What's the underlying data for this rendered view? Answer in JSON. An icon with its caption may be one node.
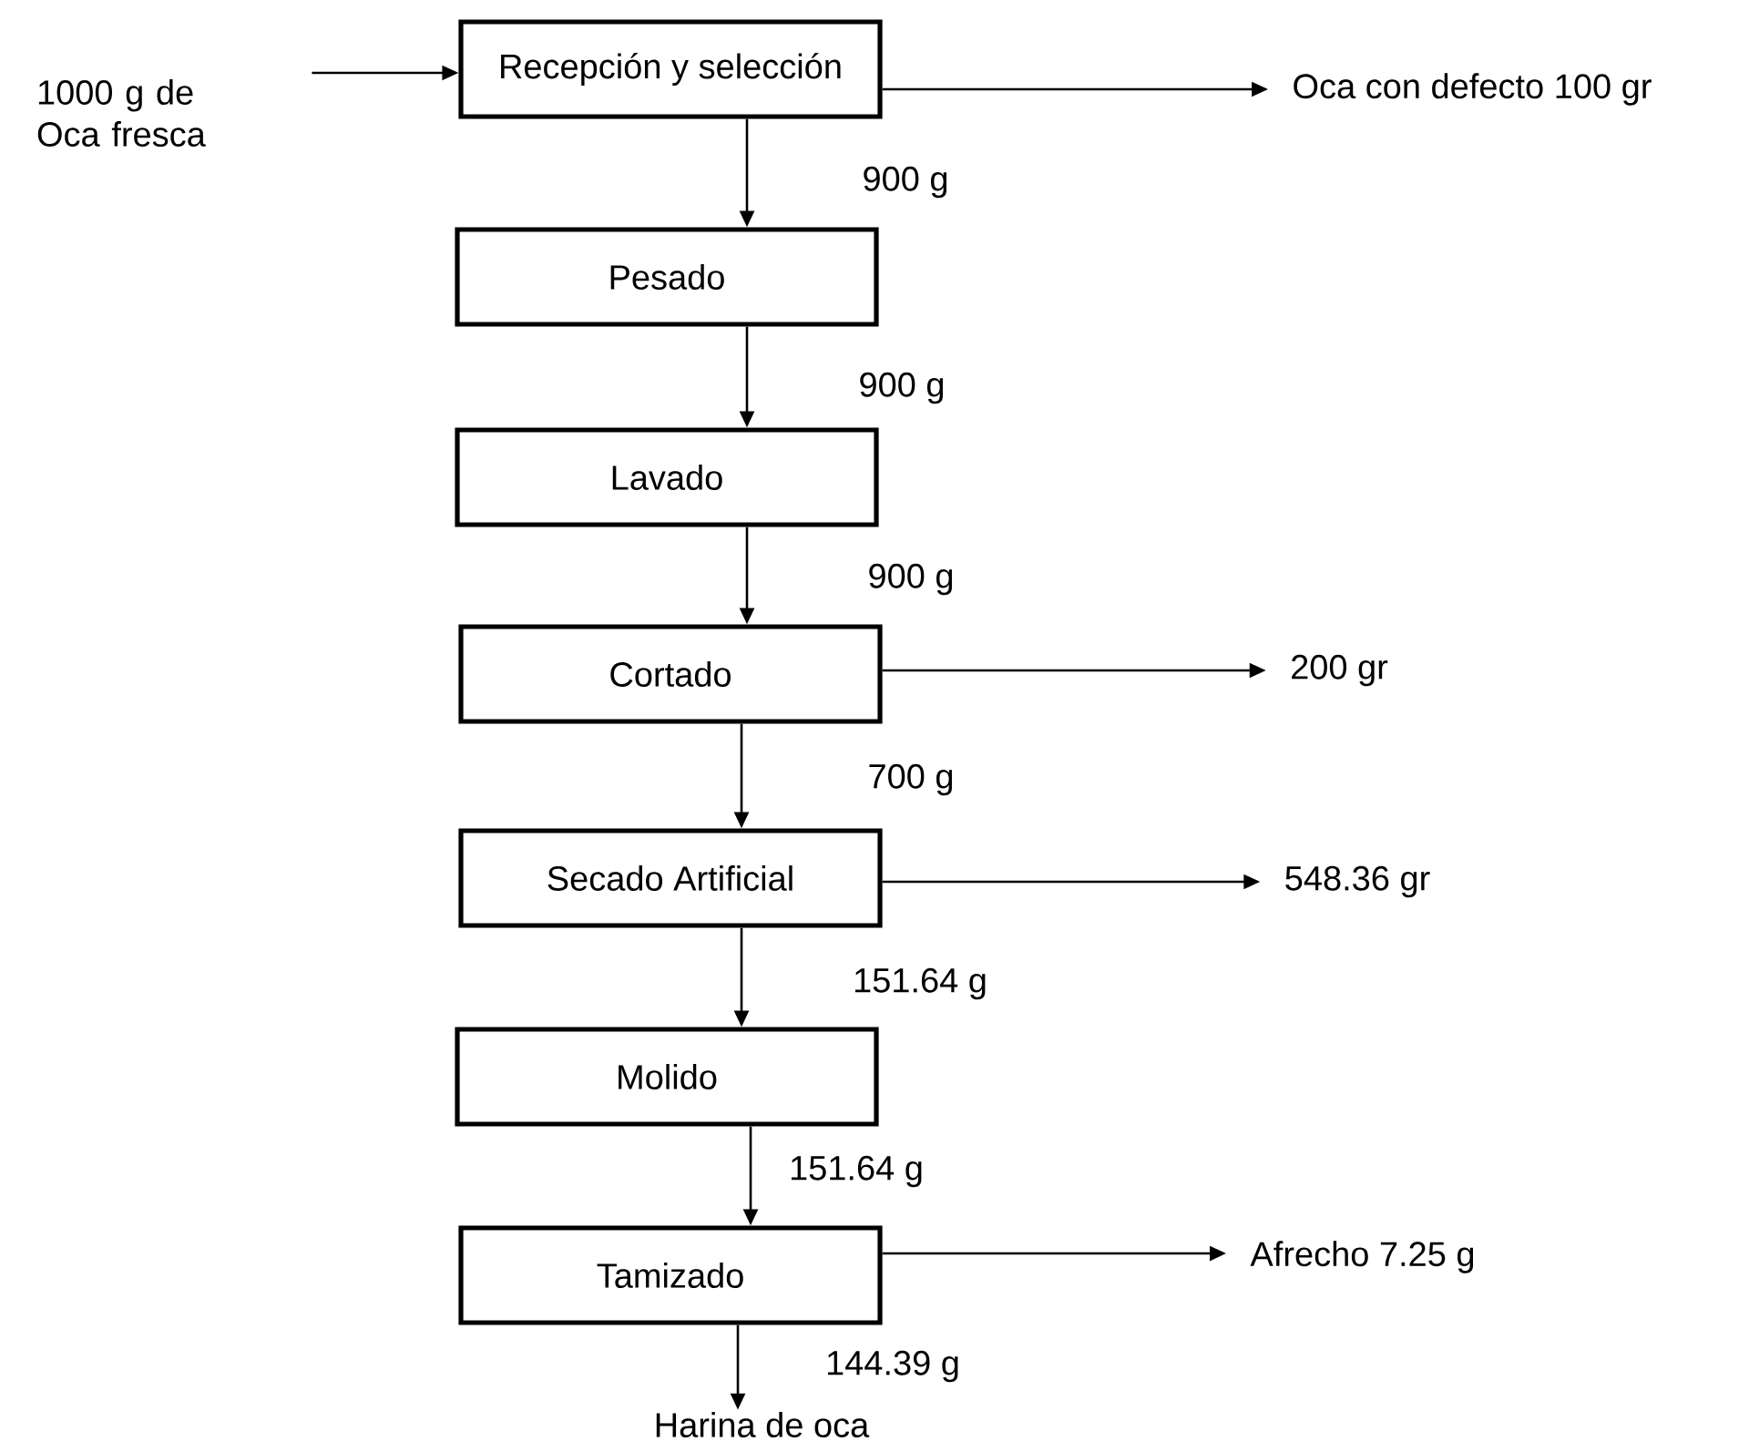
{
  "diagram": {
    "nodes": [
      {
        "text": [
          "1000 g de Oca fresca"
        ]
      },
      {
        "text": [
          "Recepción y selección"
        ]
      },
      {
        "text": [
          "Oca con defecto 100 gr"
        ]
      },
      {
        "text": [
          "Pesado"
        ]
      },
      {
        "text": [
          "Lavado"
        ]
      },
      {
        "text": [
          "Cortado"
        ]
      },
      {
        "text": [
          "200 gr"
        ]
      },
      {
        "text": [
          "Secado Artificial"
        ]
      },
      {
        "text": [
          "548.36 gr"
        ]
      },
      {
        "text": [
          "Molido"
        ]
      },
      {
        "text": [
          "Tamizado"
        ]
      },
      {
        "text": [
          "Afrecho 7.25 g"
        ]
      },
      {
        "text": [
          "Harina de oca"
        ]
      }
    ],
    "edges": [
      {
        "from": 0,
        "to": 1,
        "arrow": "to"
      },
      {
        "from": 1,
        "to": 2,
        "arrow": "to"
      },
      {
        "from": 1,
        "to": 3,
        "arrow": "to",
        "label": "900 g"
      },
      {
        "from": 3,
        "to": 4,
        "arrow": "to",
        "label": "900 g"
      },
      {
        "from": 4,
        "to": 5,
        "arrow": "to",
        "label": "900 g"
      },
      {
        "from": 5,
        "to": 6,
        "arrow": "to"
      },
      {
        "from": 5,
        "to": 7,
        "arrow": "to",
        "label": "700 g"
      },
      {
        "from": 7,
        "to": 8,
        "arrow": "to"
      },
      {
        "from": 7,
        "to": 9,
        "arrow": "to",
        "label": "151.64 g"
      },
      {
        "from": 9,
        "to": 10,
        "arrow": "to",
        "label": "151.64 g"
      },
      {
        "from": 10,
        "to": 11,
        "arrow": "to"
      },
      {
        "from": 10,
        "to": 12,
        "arrow": "to",
        "label": "144.39 g"
      }
    ]
  }
}
